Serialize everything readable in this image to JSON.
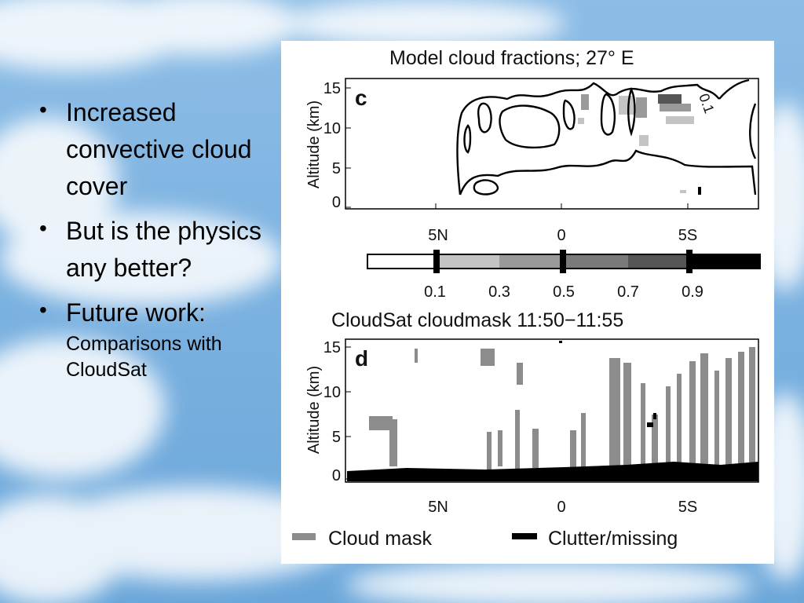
{
  "slide": {
    "bullets": [
      {
        "main": "Increased convective cloud cover"
      },
      {
        "main": "But is the physics any better?"
      },
      {
        "main": "Future work:",
        "sub": "Comparisons with CloudSat"
      }
    ]
  },
  "figure": {
    "panel_c": {
      "title": "Model cloud fractions; 27° E",
      "panel_letter": "c",
      "ylabel": "Altitude (km)",
      "yticks": [
        "15",
        "10",
        "5",
        "0"
      ],
      "xticks": [
        "5N",
        "0",
        "5S"
      ],
      "contour_label": "0.1"
    },
    "colorbar": {
      "labels": [
        "0.1",
        "0.3",
        "0.5",
        "0.7",
        "0.9"
      ],
      "colors": [
        "#ffffff",
        "#c4c4c4",
        "#9a9a9a",
        "#555555",
        "#000000"
      ]
    },
    "panel_d": {
      "title": "CloudSat cloudmask 11:50−11:55",
      "panel_letter": "d",
      "ylabel": "Altitude (km)",
      "yticks": [
        "15",
        "10",
        "5",
        "0"
      ],
      "xticks": [
        "5N",
        "0",
        "5S"
      ]
    },
    "legend": {
      "cloud_mask": "Cloud mask",
      "clutter": "Clutter/missing",
      "cloud_color": "#8c8c8c",
      "clutter_color": "#000000"
    }
  }
}
